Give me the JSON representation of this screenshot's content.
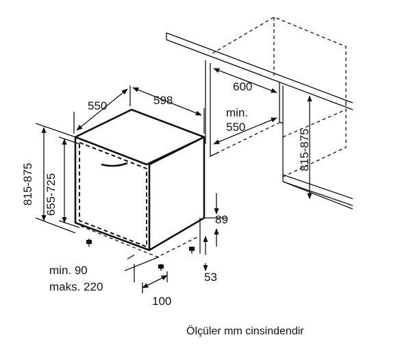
{
  "dimensions": {
    "depth": "550",
    "width": "598",
    "niche_width": "600",
    "niche_depth_min_label": "min.",
    "niche_depth_min": "550",
    "height_range_left": "815-875",
    "height_range_door": "655-725",
    "height_range_right": "815-875",
    "plinth_height": "89",
    "foot_height": "53",
    "plinth_depth_min": "min. 90",
    "plinth_depth_max": "maks. 220",
    "foot_offset": "100"
  },
  "caption": "Ölçüler mm cinsindendir"
}
